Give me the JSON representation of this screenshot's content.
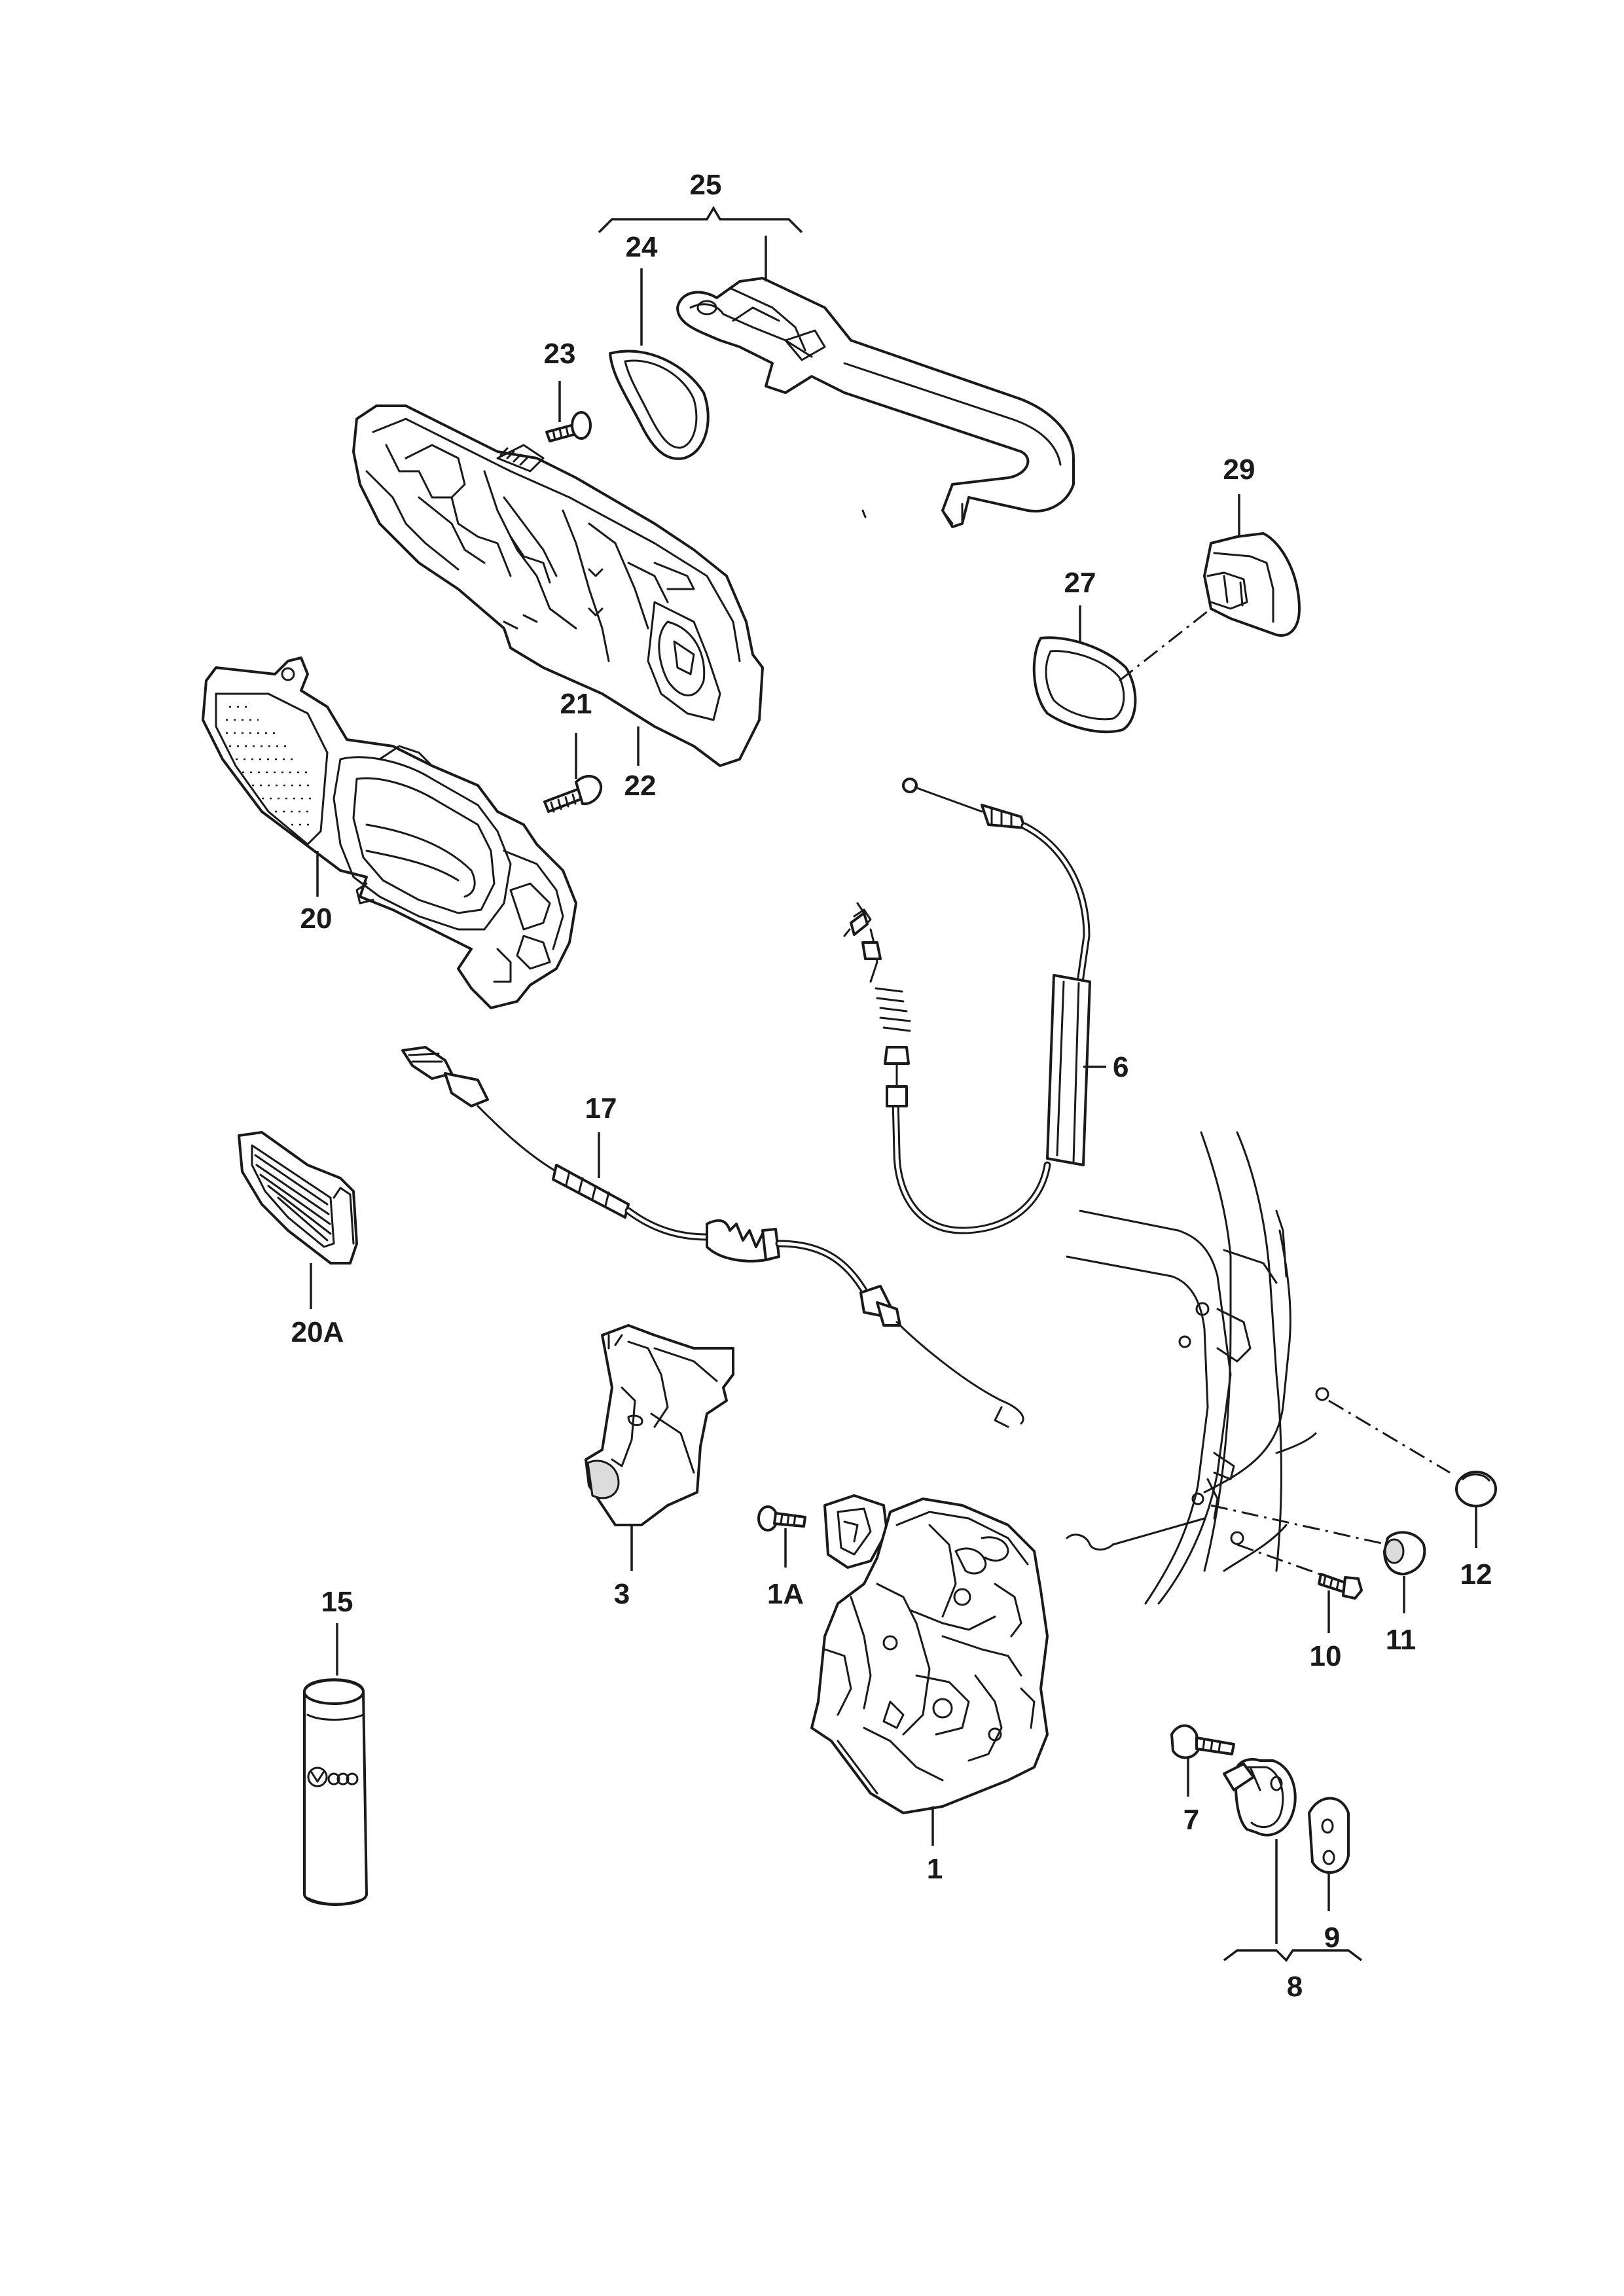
{
  "diagram": {
    "callouts": {
      "c1": "1",
      "c1a": "1A",
      "c3": "3",
      "c6": "6",
      "c7": "7",
      "c8": "8",
      "c9": "9",
      "c10": "10",
      "c11": "11",
      "c12": "12",
      "c15": "15",
      "c17": "17",
      "c20": "20",
      "c20a": "20A",
      "c21": "21",
      "c22": "22",
      "c23": "23",
      "c24": "24",
      "c25": "25",
      "c27": "27",
      "c29": "29"
    },
    "line_color": "#1a1a1a",
    "background": "#ffffff"
  }
}
